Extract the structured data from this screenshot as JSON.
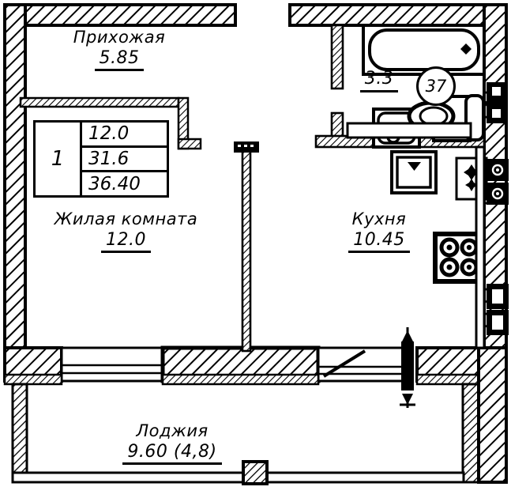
{
  "plan": {
    "title_hidden": "",
    "colors": {
      "line": "#000000",
      "background": "#ffffff",
      "hatch": "#000000"
    },
    "rooms": [
      {
        "key": "hallway",
        "name": "Прихожая",
        "area": "5.85"
      },
      {
        "key": "living_room",
        "name": "Жилая комната",
        "area": "12.0"
      },
      {
        "key": "bathroom",
        "name": "",
        "area": "3.3"
      },
      {
        "key": "kitchen",
        "name": "Кухня",
        "area": "10.45"
      },
      {
        "key": "loggia",
        "name": "Лоджия",
        "area": "9.60 (4,8)"
      }
    ],
    "spec_table": {
      "apartment_number": "1",
      "rows": [
        "12.0",
        "31.6",
        "36.40"
      ]
    },
    "markers": {
      "apartment_badge": "37"
    },
    "fixtures": [
      {
        "name": "bathtub"
      },
      {
        "name": "toilet"
      },
      {
        "name": "washbasin"
      },
      {
        "name": "washing-machine"
      },
      {
        "name": "kitchen-sink"
      },
      {
        "name": "gas-stove"
      },
      {
        "name": "radiator"
      }
    ]
  }
}
